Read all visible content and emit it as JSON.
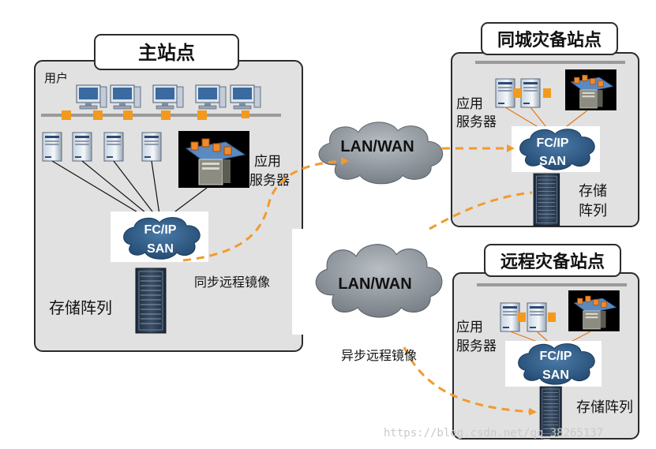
{
  "colors": {
    "site_panel_fill": "#e1e1e1",
    "site_panel_stroke": "#2b2b2b",
    "bus": "#9a9a9a",
    "san_fill": "#2e5a83",
    "san_stroke": "#1a3a5a",
    "cloud_fill": "#8e959c",
    "dashed_link": "#f29a2e",
    "link_orange": "#e07818",
    "port_orange": "#f39a1c",
    "watermark": "#c9c9c9"
  },
  "main_site": {
    "title": "主站点",
    "users_label": "用户",
    "app_server_label_line1": "应用",
    "app_server_label_line2": "服务器",
    "san_line1": "FC/IP",
    "san_line2": "SAN",
    "storage_label": "存储阵列"
  },
  "same_city_site": {
    "title": "同城灾备站点",
    "app_server_label_line1": "应用",
    "app_server_label_line2": "服务器",
    "san_line1": "FC/IP",
    "san_line2": "SAN",
    "storage_label_line1": "存储",
    "storage_label_line2": "阵列"
  },
  "remote_site": {
    "title": "远程灾备站点",
    "app_server_label_line1": "应用",
    "app_server_label_line2": "服务器",
    "san_line1": "FC/IP",
    "san_line2": "SAN",
    "storage_label": "存储阵列"
  },
  "wan_top": {
    "label": "LAN/WAN"
  },
  "wan_bottom": {
    "label": "LAN/WAN"
  },
  "sync_mirror_label": "同步远程镜像",
  "async_mirror_label": "异步远程镜像",
  "watermark": "https://blog.csdn.net/qq_38265137",
  "icons": [
    "user-workstation-icon",
    "server-icon",
    "app-server-icon",
    "storage-array-icon",
    "cloud-icon",
    "san-icon"
  ]
}
